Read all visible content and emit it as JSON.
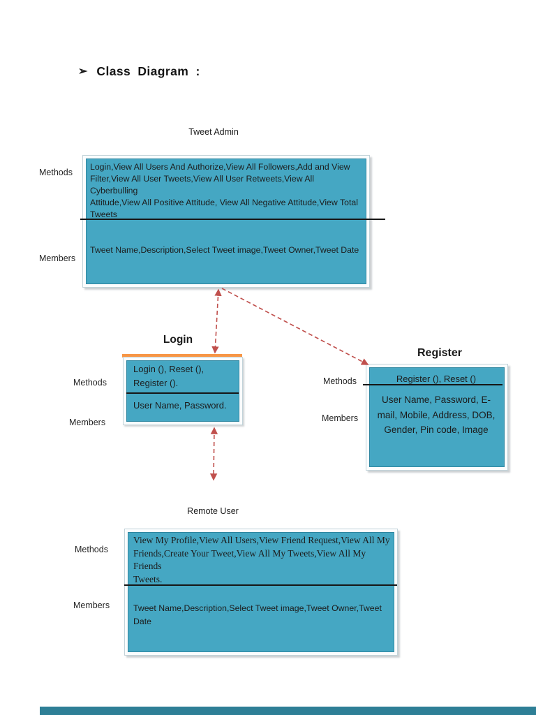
{
  "heading": {
    "bullet": "➢",
    "text": "Class Diagram :"
  },
  "section_labels": {
    "methods": "Methods",
    "members": "Members"
  },
  "classes": {
    "tweet_admin": {
      "title": "Tweet Admin",
      "methods": "Login,View All Users And Authorize,View All Followers,Add and View\nFilter,View All User Tweets,View All User Retweets,View All Cyberbulling\nAttitude,View All Positive Attitude, View All Negative Attitude,View Total\nTweets",
      "members": "Tweet Name,Description,Select Tweet image,Tweet Owner,Tweet Date"
    },
    "login": {
      "title": "Login",
      "methods": "Login (), Reset (),\nRegister ().",
      "members": "User Name, Password."
    },
    "register": {
      "title": "Register",
      "methods": "Register (), Reset ()",
      "members": "User Name, Password, E-\nmail, Mobile, Address, DOB,\nGender, Pin code, Image"
    },
    "remote_user": {
      "title": "Remote User",
      "methods": "View My Profile,View All Users,View Friend Request,View All My\nFriends,Create Your Tweet,View All My Tweets,View All My Friends\nTweets.",
      "members": "Tweet Name,Description,Select Tweet image,Tweet Owner,Tweet\nDate"
    }
  },
  "relationships": [
    {
      "from": "tweet_admin",
      "to": "login",
      "line": "dashed",
      "arrows": "both"
    },
    {
      "from": "tweet_admin",
      "to": "register",
      "line": "dashed",
      "arrows": "end"
    },
    {
      "from": "login",
      "to": "remote_user",
      "line": "dashed",
      "arrows": "both"
    }
  ],
  "colors": {
    "box_fill": "#45a7c3",
    "box_border": "#2e86a0",
    "login_top_accent": "#f79646",
    "arrow_red": "#c0504d",
    "divider_black": "#161616",
    "bottom_strip": "#2e7f96"
  }
}
